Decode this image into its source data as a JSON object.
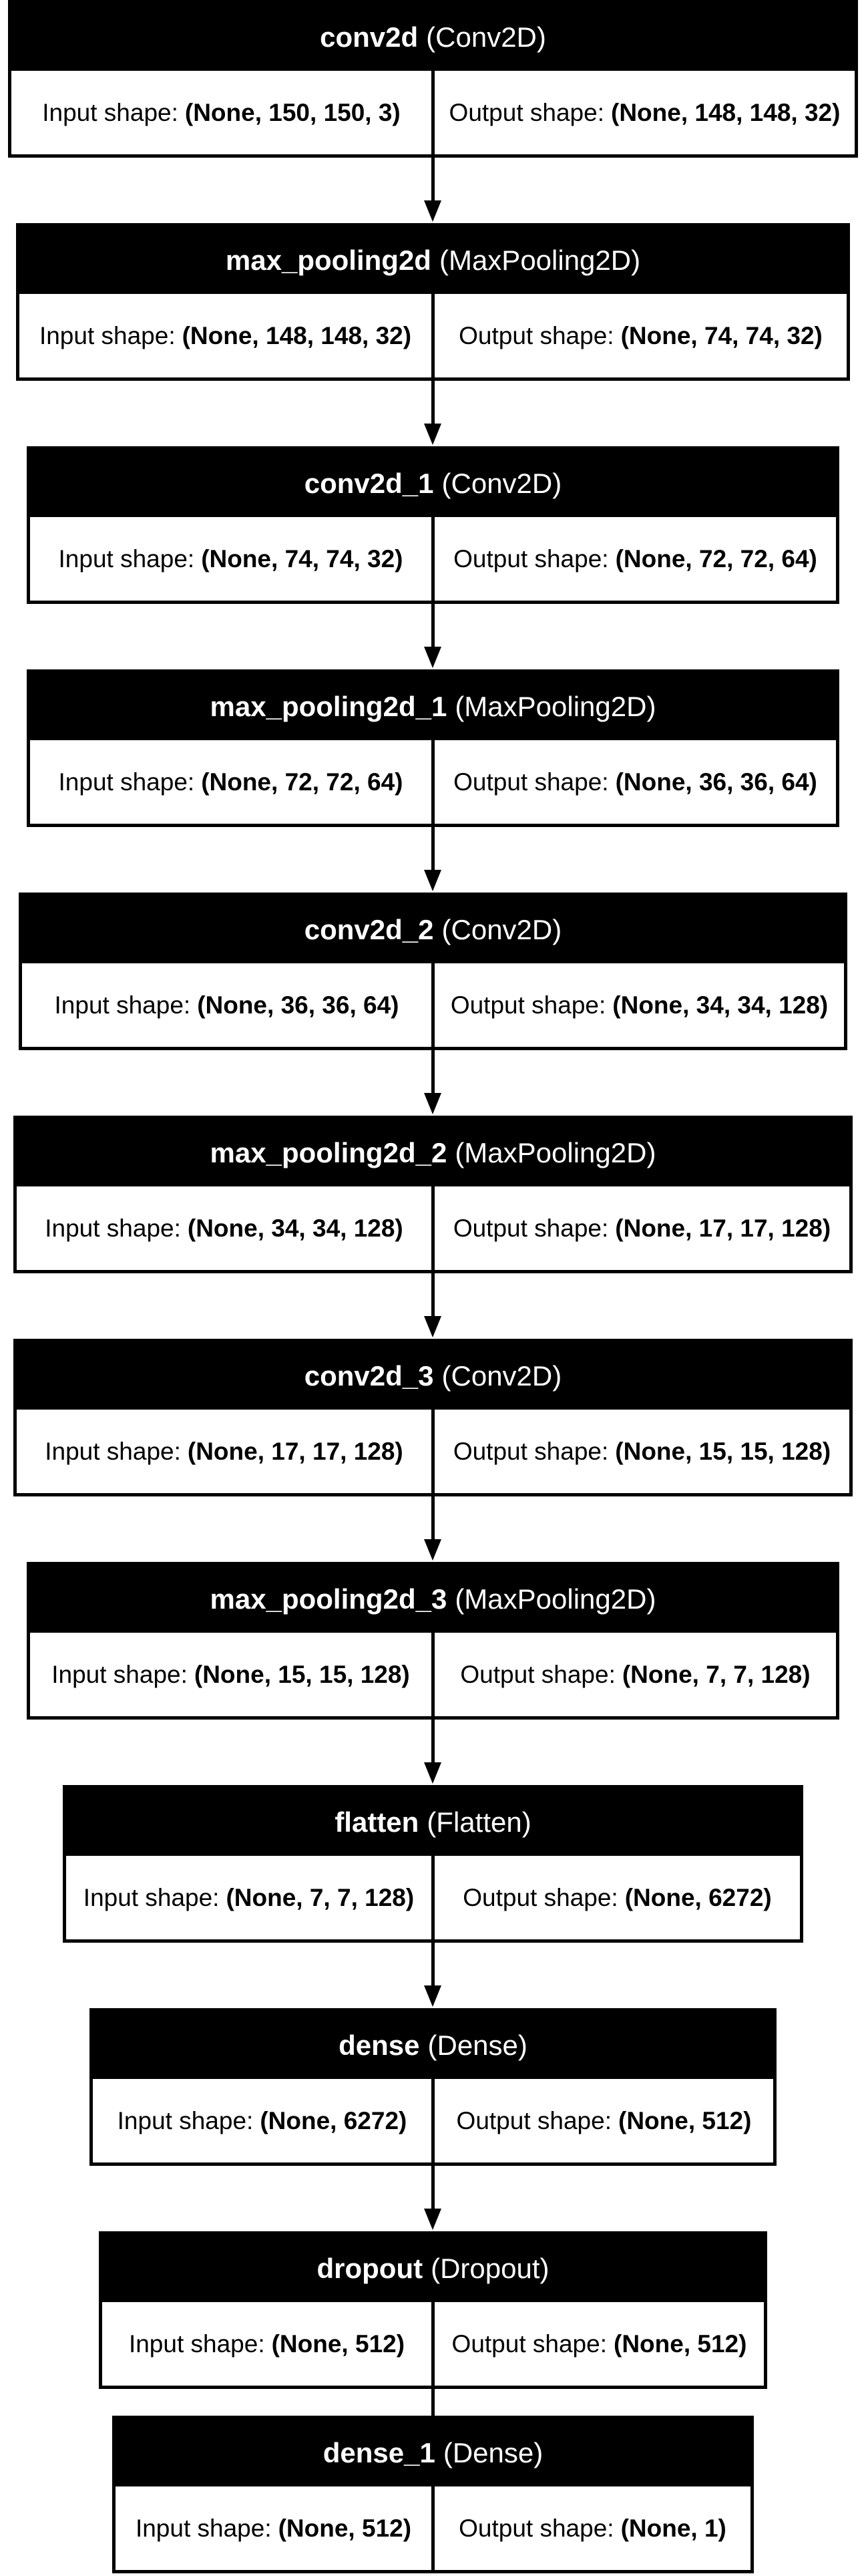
{
  "labels": {
    "input": "Input shape:",
    "output": "Output shape:"
  },
  "layers": [
    {
      "name": "conv2d",
      "type": "(Conv2D)",
      "input_shape": "(None, 150, 150, 3)",
      "output_shape": "(None, 148, 148, 32)"
    },
    {
      "name": "max_pooling2d",
      "type": "(MaxPooling2D)",
      "input_shape": "(None, 148, 148, 32)",
      "output_shape": "(None, 74, 74, 32)"
    },
    {
      "name": "conv2d_1",
      "type": "(Conv2D)",
      "input_shape": "(None, 74, 74, 32)",
      "output_shape": "(None, 72, 72, 64)"
    },
    {
      "name": "max_pooling2d_1",
      "type": "(MaxPooling2D)",
      "input_shape": "(None, 72, 72, 64)",
      "output_shape": "(None, 36, 36, 64)"
    },
    {
      "name": "conv2d_2",
      "type": "(Conv2D)",
      "input_shape": "(None, 36, 36, 64)",
      "output_shape": "(None, 34, 34, 128)"
    },
    {
      "name": "max_pooling2d_2",
      "type": "(MaxPooling2D)",
      "input_shape": "(None, 34, 34, 128)",
      "output_shape": "(None, 17, 17, 128)"
    },
    {
      "name": "conv2d_3",
      "type": "(Conv2D)",
      "input_shape": "(None, 17, 17, 128)",
      "output_shape": "(None, 15, 15, 128)"
    },
    {
      "name": "max_pooling2d_3",
      "type": "(MaxPooling2D)",
      "input_shape": "(None, 15, 15, 128)",
      "output_shape": "(None, 7, 7, 128)"
    },
    {
      "name": "flatten",
      "type": "(Flatten)",
      "input_shape": "(None, 7, 7, 128)",
      "output_shape": "(None, 6272)"
    },
    {
      "name": "dense",
      "type": "(Dense)",
      "input_shape": "(None, 6272)",
      "output_shape": "(None, 512)"
    },
    {
      "name": "dropout",
      "type": "(Dropout)",
      "input_shape": "(None, 512)",
      "output_shape": "(None, 512)"
    },
    {
      "name": "dense_1",
      "type": "(Dense)",
      "input_shape": "(None, 512)",
      "output_shape": "(None, 1)"
    }
  ]
}
